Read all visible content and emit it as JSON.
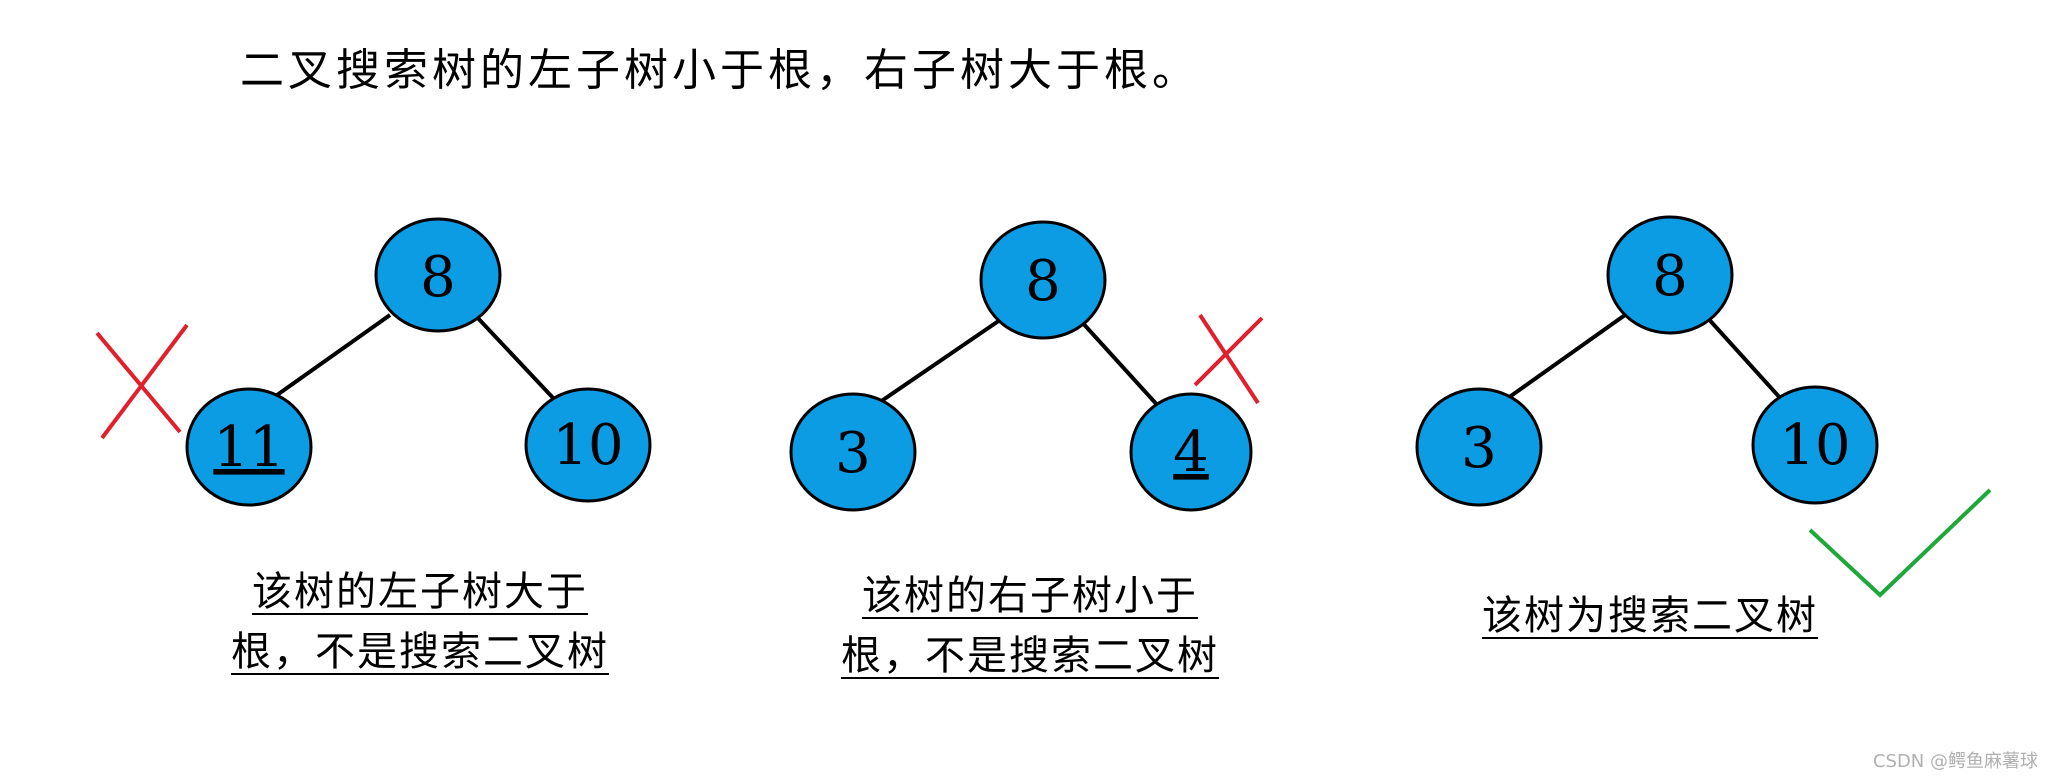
{
  "title": "二叉搜索树的左子树小于根，右子树大于根。",
  "trees": [
    {
      "root": "8",
      "left": "11",
      "right": "10",
      "caption_lines": [
        "该树的左子树大于",
        "根，不是搜索二叉树"
      ],
      "verdict": "invalid"
    },
    {
      "root": "8",
      "left": "3",
      "right": "4",
      "caption_lines": [
        "该树的右子树小于",
        "根，不是搜索二叉树"
      ],
      "verdict": "invalid"
    },
    {
      "root": "8",
      "left": "3",
      "right": "10",
      "caption_lines": [
        "该树为搜索二叉树"
      ],
      "verdict": "valid"
    }
  ],
  "colors": {
    "node_fill": "#0b9ce3",
    "cross_mark": "#e0202a",
    "check_mark": "#1fa83a"
  },
  "watermark": "CSDN @鳄鱼麻薯球"
}
